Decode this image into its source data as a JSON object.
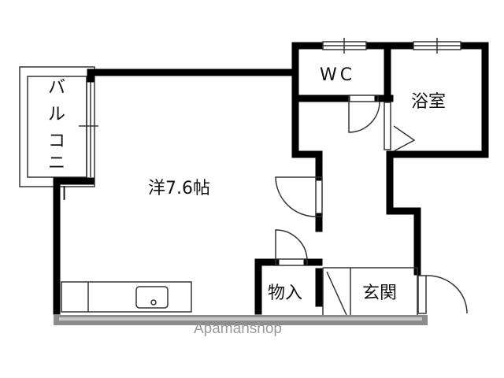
{
  "floorplan": {
    "rooms": {
      "western_room": "洋7.6帖",
      "wc": "WC",
      "bathroom": "浴室",
      "storage": "物入",
      "entrance": "玄関",
      "balcony": [
        "バ",
        "ル",
        "コ",
        "ニ",
        "ー"
      ]
    },
    "watermark": "Apamanshop"
  },
  "colors": {
    "wall": "#000000",
    "thin_line": "#333333",
    "floor_strip": "#8c8c8c",
    "watermark": "#9a9a9a",
    "background": "#ffffff"
  }
}
